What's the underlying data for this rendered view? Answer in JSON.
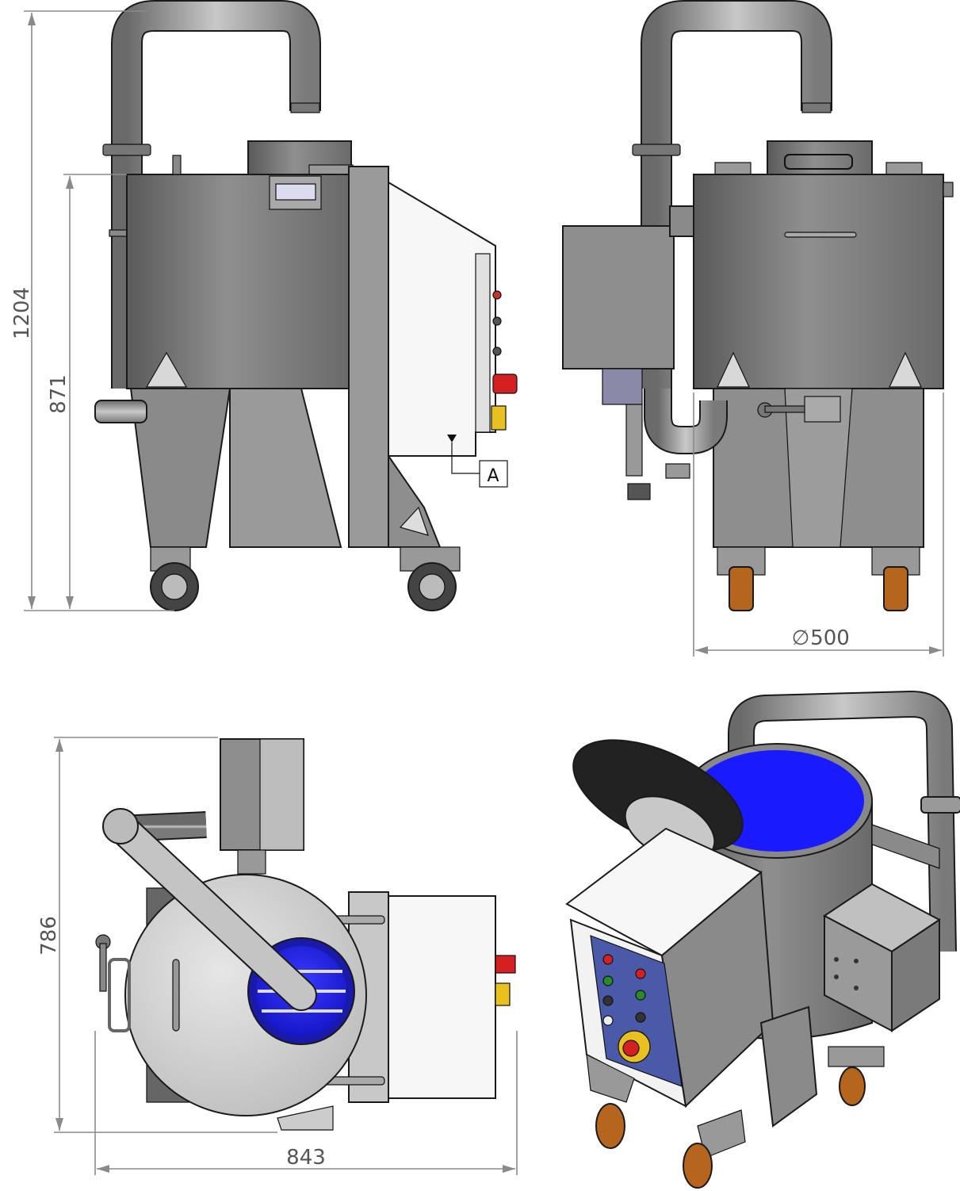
{
  "dimensions": {
    "height_overall": "1204",
    "height_vessel": "871",
    "diameter": "500",
    "diameter_symbol": "∅",
    "depth": "786",
    "width": "843"
  },
  "callout": {
    "label": "A"
  },
  "colors": {
    "steel_dark": "#6e6e6e",
    "steel_mid": "#8c8c8c",
    "steel_light": "#b8b8b8",
    "panel": "#f4f4f4",
    "blue_content": "#1a1aff",
    "control_panel_blue": "#4a5aa8",
    "wheel_orange": "#b5651d",
    "estop_red": "#d42020",
    "estop_yellow": "#e8c020"
  }
}
